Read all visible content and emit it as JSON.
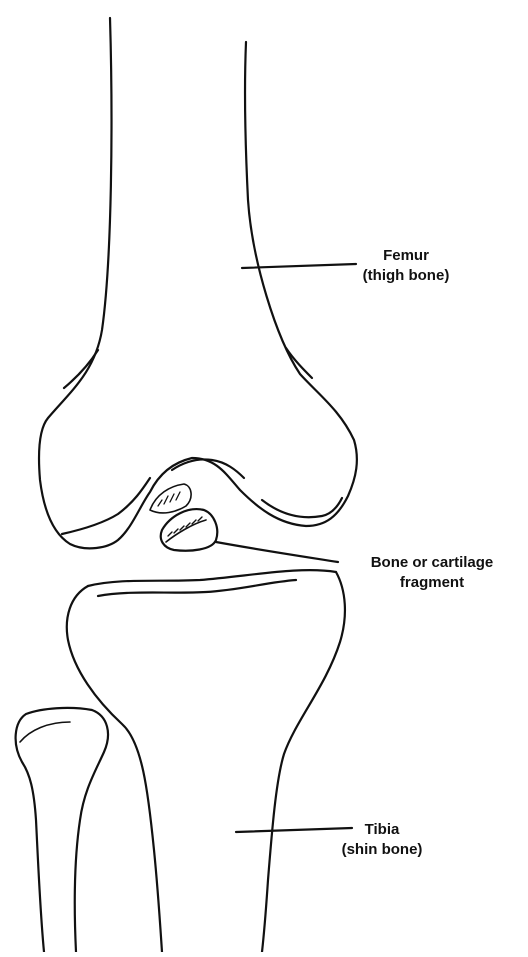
{
  "labels": {
    "femur": {
      "name": "Femur",
      "description": "(thigh bone)"
    },
    "fragment": {
      "line1": "Bone or cartilage",
      "line2": "fragment"
    },
    "tibia": {
      "name": "Tibia",
      "description": "(shin bone)"
    }
  },
  "colors": {
    "ink": "#111111",
    "background": "#ffffff"
  }
}
